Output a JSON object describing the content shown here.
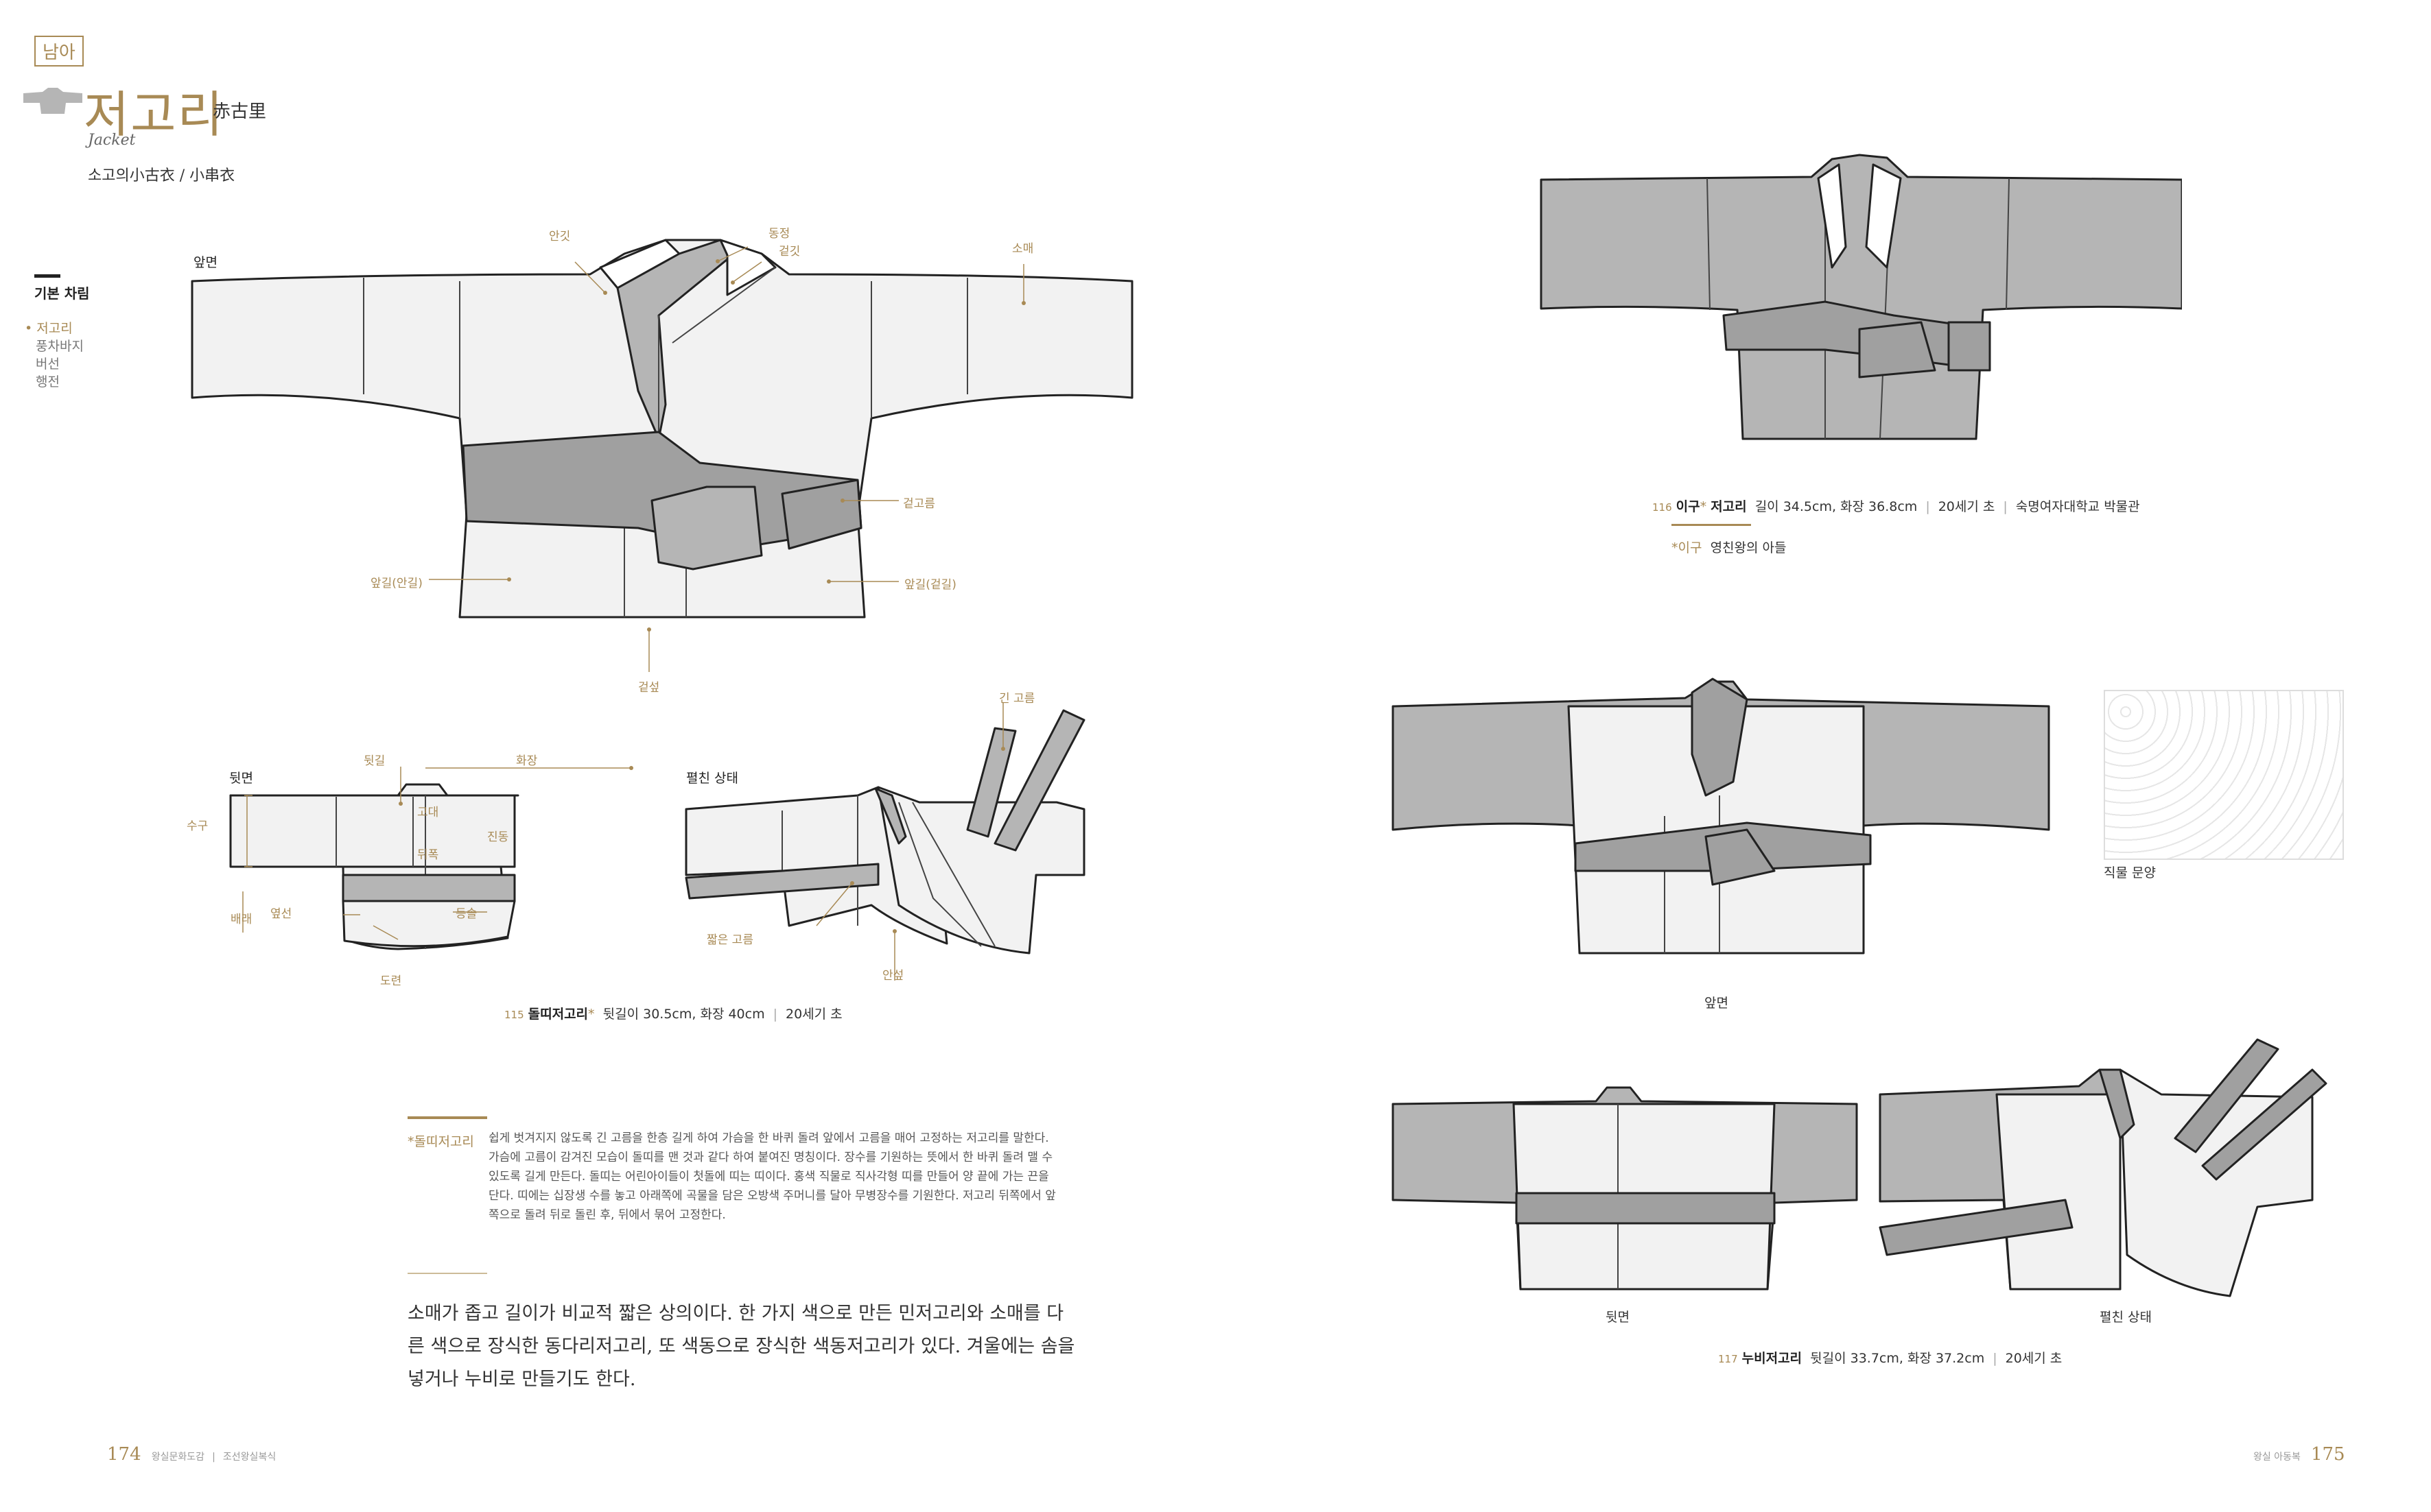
{
  "left_page": {
    "section_tag": "남아",
    "title": "저고리",
    "title_hanja": "赤古里",
    "title_en": "Jacket",
    "alt_names": "소고의小古衣 / 小串衣",
    "nav": {
      "heading": "기본 차림",
      "items": [
        {
          "label": "저고리",
          "active": true
        },
        {
          "label": "풍차바지",
          "active": false
        },
        {
          "label": "버선",
          "active": false
        },
        {
          "label": "행전",
          "active": false
        }
      ]
    },
    "front_diagram": {
      "view_label": "앞면",
      "labels": {
        "angit": "안깃",
        "dongjeong": "동정",
        "geotgit": "겉깃",
        "somae": "소매",
        "geotgoreum": "겉고름",
        "apgil_ingil": "앞길(안길)",
        "apgil_geotgil": "앞길(겉길)",
        "geotseop": "겉섶"
      }
    },
    "back_diagram": {
      "view_label": "뒷면",
      "labels": {
        "dwitgil": "뒷길",
        "hwajang": "화장",
        "sugu": "수구",
        "godae": "고대",
        "jindong": "진동",
        "dwitpok": "뒤폭",
        "baerae": "배래",
        "yeopseon": "옆선",
        "deungsol": "등솔",
        "dorian": "도련"
      }
    },
    "open_diagram": {
      "view_label": "펼친 상태",
      "labels": {
        "gin_goreum": "긴 고름",
        "jjalbeun_goreum": "짧은 고름",
        "anseop": "안섶"
      }
    },
    "caption_115": {
      "number": "115",
      "name": "돌띠저고리",
      "mark": "*",
      "details": "뒷길이 30.5cm, 화장 40cm",
      "period": "20세기 초"
    },
    "footnote": {
      "label": "*돌띠저고리",
      "text": "쉽게 벗겨지지 않도록 긴 고름을 한층 길게 하여 가슴을 한 바퀴 돌려 앞에서 고름을 매어 고정하는 저고리를 말한다. 가슴에 고름이 감겨진 모습이 돌띠를 맨 것과 같다 하여 붙여진 명칭이다. 장수를 기원하는 뜻에서 한 바퀴 돌려 맬 수 있도록 길게 만든다. 돌띠는 어린아이들이 첫돌에 띠는 띠이다. 홍색 직물로 직사각형 띠를 만들어 양 끝에 가는 끈을 단다. 띠에는 십장생 수를 놓고 아래쪽에 곡물을 담은 오방색 주머니를 달아 무병장수를 기원한다. 저고리 뒤쪽에서 앞쪽으로 돌려 뒤로 돌린 후, 뒤에서 묶어 고정한다."
    },
    "body_text": "소매가 좁고 길이가 비교적 짧은 상의이다. 한 가지 색으로 만든 민저고리와 소매를 다른 색으로 장식한 동다리저고리, 또 색동으로 장식한 색동저고리가 있다. 겨울에는 솜을 넣거나 누비로 만들기도 한다.",
    "folio": {
      "page": "174",
      "book": "왕실문화도감",
      "section": "조선왕실복식"
    }
  },
  "right_page": {
    "caption_116": {
      "number": "116",
      "name": "이구",
      "mark": "*",
      "name_suffix": "저고리",
      "details": "길이 34.5cm, 화장 36.8cm",
      "period": "20세기 초",
      "source": "숙명여자대학교 박물관"
    },
    "footnote_116": {
      "label": "*이구",
      "text": "영친왕의 아들"
    },
    "fabric_label": "직물 문양",
    "front_label": "앞면",
    "back_label": "뒷면",
    "open_label": "펼친 상태",
    "caption_117": {
      "number": "117",
      "name": "누비저고리",
      "details": "뒷길이 33.7cm, 화장 37.2cm",
      "period": "20세기 초"
    },
    "folio": {
      "book": "왕실 아동복",
      "page": "175"
    }
  }
}
